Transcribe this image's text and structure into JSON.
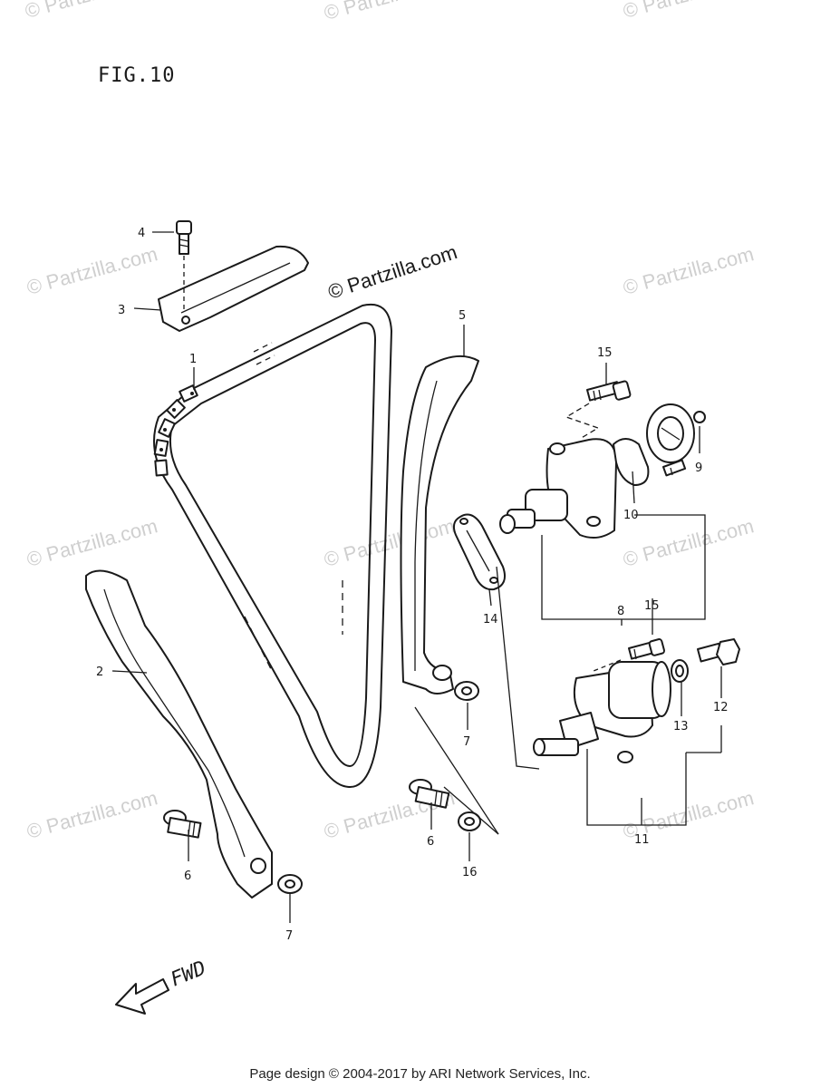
{
  "figure": {
    "title": "FIG.10"
  },
  "direction": {
    "label": "FWD"
  },
  "watermark": {
    "main": "© Partzilla.com",
    "tile": "© Partzilla.com"
  },
  "callouts": [
    {
      "id": "c1",
      "label": "1"
    },
    {
      "id": "c2",
      "label": "2"
    },
    {
      "id": "c3",
      "label": "3"
    },
    {
      "id": "c4",
      "label": "4"
    },
    {
      "id": "c5",
      "label": "5"
    },
    {
      "id": "c6a",
      "label": "6"
    },
    {
      "id": "c6b",
      "label": "6"
    },
    {
      "id": "c7a",
      "label": "7"
    },
    {
      "id": "c7b",
      "label": "7"
    },
    {
      "id": "c8",
      "label": "8"
    },
    {
      "id": "c9",
      "label": "9"
    },
    {
      "id": "c10",
      "label": "10"
    },
    {
      "id": "c11",
      "label": "11"
    },
    {
      "id": "c12",
      "label": "12"
    },
    {
      "id": "c13",
      "label": "13"
    },
    {
      "id": "c14",
      "label": "14"
    },
    {
      "id": "c15a",
      "label": "15"
    },
    {
      "id": "c15b",
      "label": "15"
    },
    {
      "id": "c16",
      "label": "16"
    }
  ],
  "footer": {
    "text": "Page design © 2004-2017 by ARI Network Services, Inc."
  }
}
